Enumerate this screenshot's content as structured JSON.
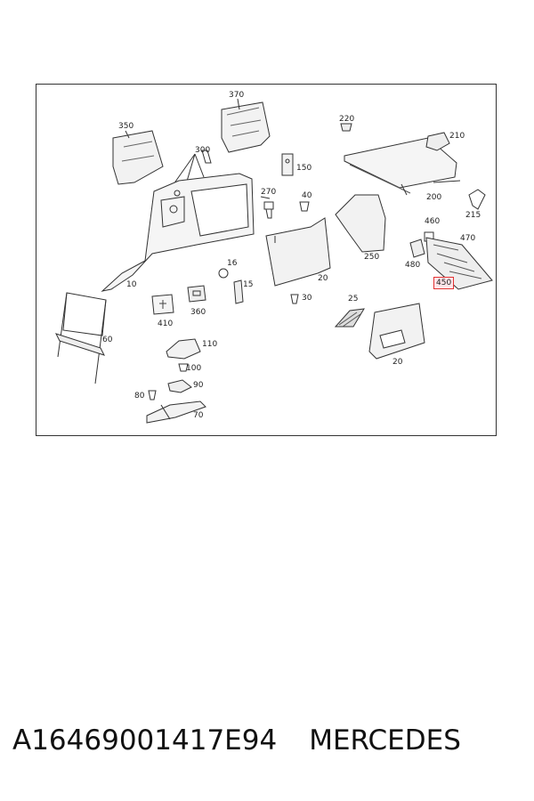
{
  "labels": {
    "p370": "370",
    "p350": "350",
    "p300": "300",
    "p220": "220",
    "p210": "210",
    "p150": "150",
    "p270": "270",
    "p40": "40",
    "p200": "200",
    "p215": "215",
    "p460": "460",
    "p470": "470",
    "p250": "250",
    "p480": "480",
    "p20a": "20",
    "p10": "10",
    "p16": "16",
    "p15": "15",
    "p30": "30",
    "p450": "450",
    "p410": "410",
    "p360": "360",
    "p25": "25",
    "p60": "60",
    "p110": "110",
    "p20b": "20",
    "p100": "100",
    "p90": "90",
    "p80": "80",
    "p70": "70"
  },
  "caption": {
    "part_number": "A16469001417E94",
    "brand": "MERCEDES"
  },
  "highlight_color": "#e33333"
}
